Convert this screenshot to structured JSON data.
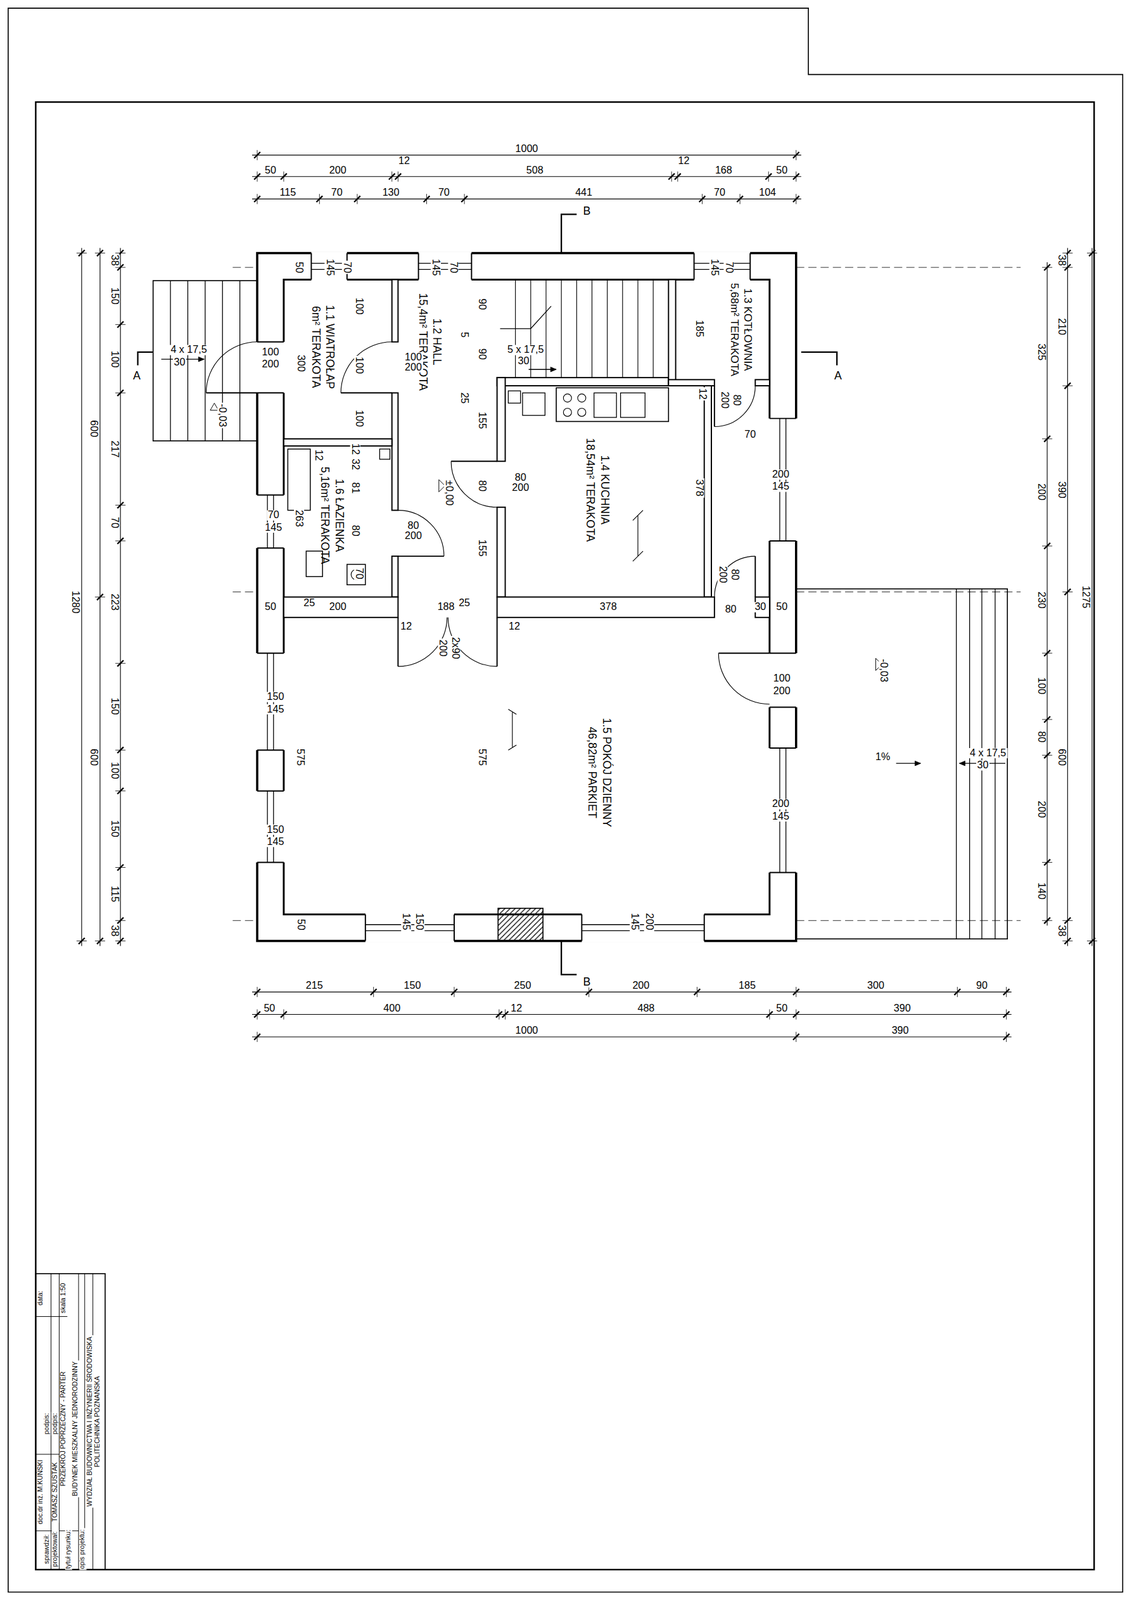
{
  "diagram": {
    "nodes": [
      {
        "text": [
          "1.1 WIATROŁAP",
          "6m² TERAKOTA"
        ]
      },
      {
        "text": [
          "1.2 HALL",
          "15,4m² TERAKOTA"
        ]
      },
      {
        "text": [
          "1.3 KOTŁOWNIA",
          "5,68m² TERAKOTA"
        ]
      },
      {
        "text": [
          "1.4 KUCHNIA",
          "18,54m² TERAKOTA"
        ]
      },
      {
        "text": [
          "1.6 ŁAZIENKA",
          "5,16m² TERAKOTA"
        ]
      },
      {
        "text": [
          "1.5 POKÓJ DZIENNY",
          "46,82m² PARKIET"
        ]
      }
    ],
    "labels": [
      "1000",
      "50",
      "200",
      "12",
      "508",
      "12",
      "168",
      "50",
      "115",
      "70",
      "130",
      "70",
      "441",
      "70",
      "104",
      "215",
      "150",
      "250",
      "200",
      "185",
      "300",
      "90",
      "50",
      "400",
      "12",
      "488",
      "50",
      "390",
      "1000",
      "390",
      "1280",
      "600",
      "600",
      "38",
      "150",
      "100",
      "217",
      "70",
      "223",
      "150",
      "100",
      "150",
      "115",
      "38",
      "38",
      "210",
      "325",
      "390",
      "200",
      "230",
      "1275",
      "100",
      "80",
      "600",
      "200",
      "140",
      "38",
      "50",
      "145",
      "70",
      "100",
      "300",
      "100",
      "100",
      "100",
      "200",
      "145",
      "70",
      "90",
      "5",
      "90",
      "25",
      "155",
      "80",
      "155",
      "5 x 17,5",
      "30",
      "±0,00",
      "145",
      "70",
      "185",
      "80",
      "200",
      "12",
      "70",
      "12",
      "12",
      "32",
      "81",
      "80",
      "70",
      "263",
      "70",
      "145",
      "80",
      "200",
      "100",
      "200",
      "80",
      "200",
      "378",
      "200",
      "145",
      "80",
      "200",
      "50",
      "25",
      "200",
      "188",
      "25",
      "378",
      "80",
      "30",
      "50",
      "12",
      "12",
      "2x90",
      "200",
      "575",
      "575",
      "100",
      "200",
      "200",
      "145",
      "150",
      "145",
      "150",
      "145",
      "150",
      "145",
      "200",
      "145",
      "50",
      "-0,03",
      "1%",
      "4 x 17,5",
      "30",
      "4 x 17,5",
      "30",
      "-0,03",
      "A",
      "A",
      "B",
      "B",
      "POLITECHNIKA POZNAŃSKA",
      "WYDZIAŁ BUDOWNICTWA I INŻYNIERII ŚRODOWISKA",
      "opis projektu:",
      "BUDYNEK MIESZKALNY JEDNORODZINNY",
      "tytuł rysunku:",
      "PRZEKRÓJ POPRZECZNY - PARTER",
      "skala 1:50",
      "projektował:",
      "TOMASZ SZUSTAK",
      "podpis:",
      "sprawdził:",
      "doc.dr inż. M.KUŃSKI",
      "podpis:",
      "data:"
    ]
  }
}
